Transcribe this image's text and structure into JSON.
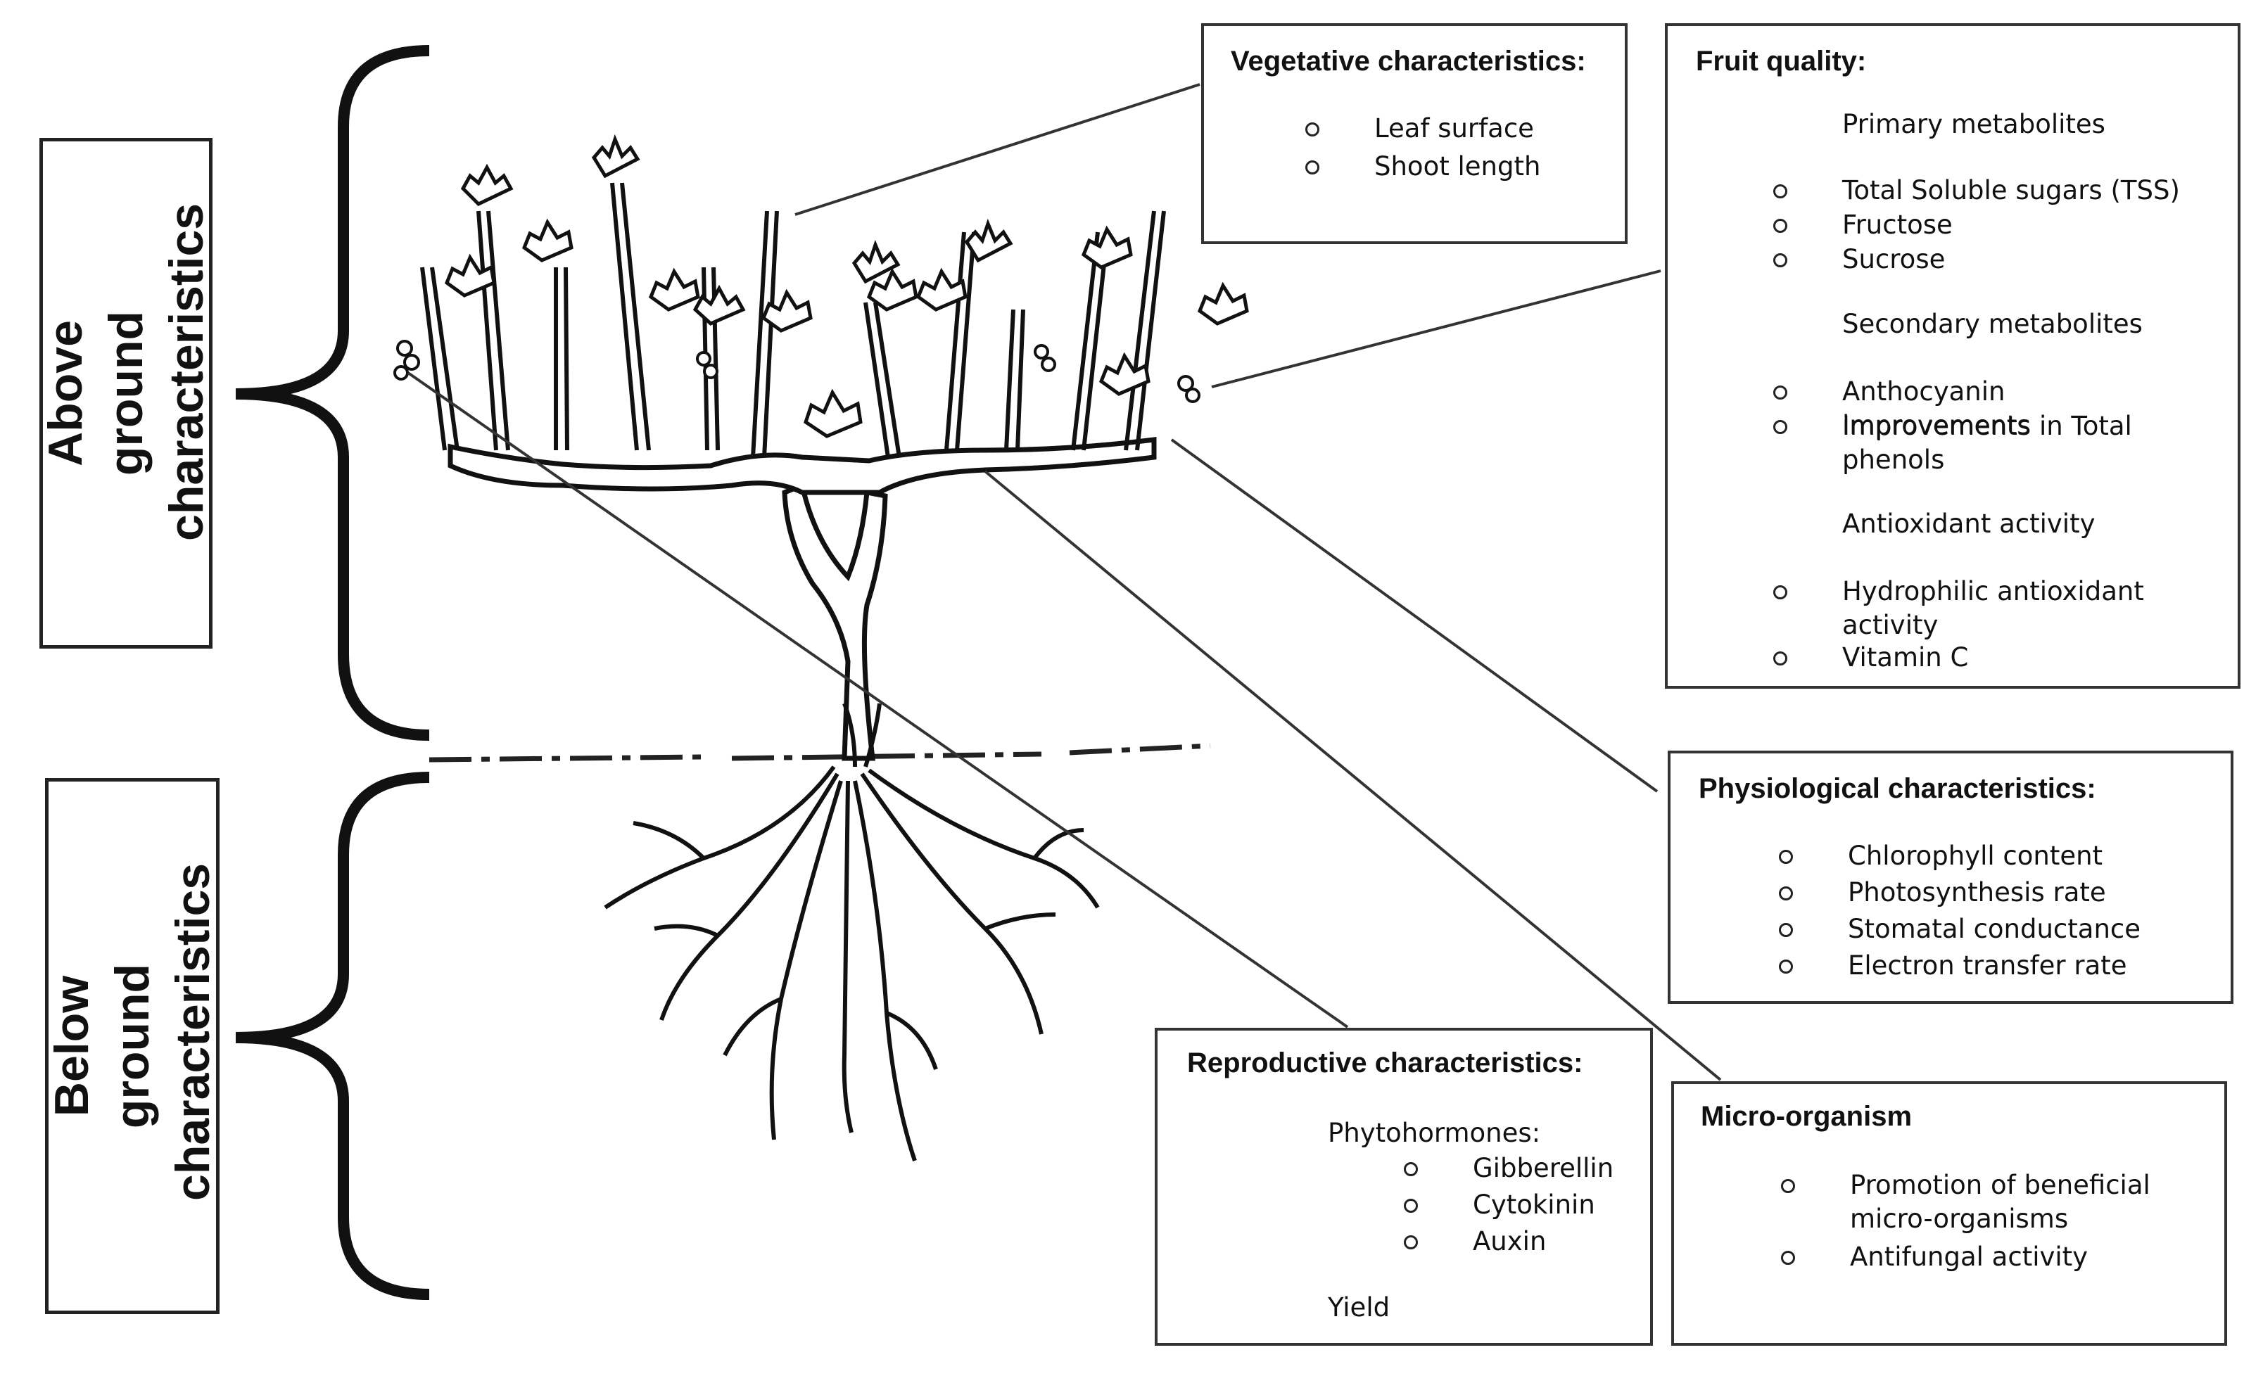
{
  "sides": {
    "above": "Above ground characteristics",
    "below": "Below ground characteristics"
  },
  "vegetative": {
    "title": "Vegetative characteristics:",
    "items": [
      "Leaf surface",
      "Shoot length"
    ]
  },
  "fruit": {
    "title": "Fruit quality:",
    "primary": "Primary metabolites",
    "primary_items": [
      "Total Soluble sugars (TSS)",
      "Fructose",
      "Sucrose"
    ],
    "secondary": "Secondary metabolites",
    "secondary_items": [
      "Anthocyanin improvements",
      "Improvements in Total phenols"
    ],
    "antioxidant": "Antioxidant activity",
    "antioxidant_items": [
      "Hydrophilic antioxidant activity",
      "Vitamin C"
    ]
  },
  "physiological": {
    "title": "Physiological characteristics:",
    "items": [
      "Chlorophyll content",
      "Photosynthesis rate",
      "Stomatal conductance",
      "Electron transfer rate"
    ]
  },
  "reproductive": {
    "title": "Reproductive characteristics:",
    "phyto": "Phytohormones:",
    "items": [
      "Gibberellin",
      "Cytokinin",
      "Auxin"
    ],
    "yield": "Yield"
  },
  "micro": {
    "title": "Micro-organism",
    "items": [
      "Promotion of beneficial micro-organisms",
      "Antifungal activity"
    ]
  }
}
